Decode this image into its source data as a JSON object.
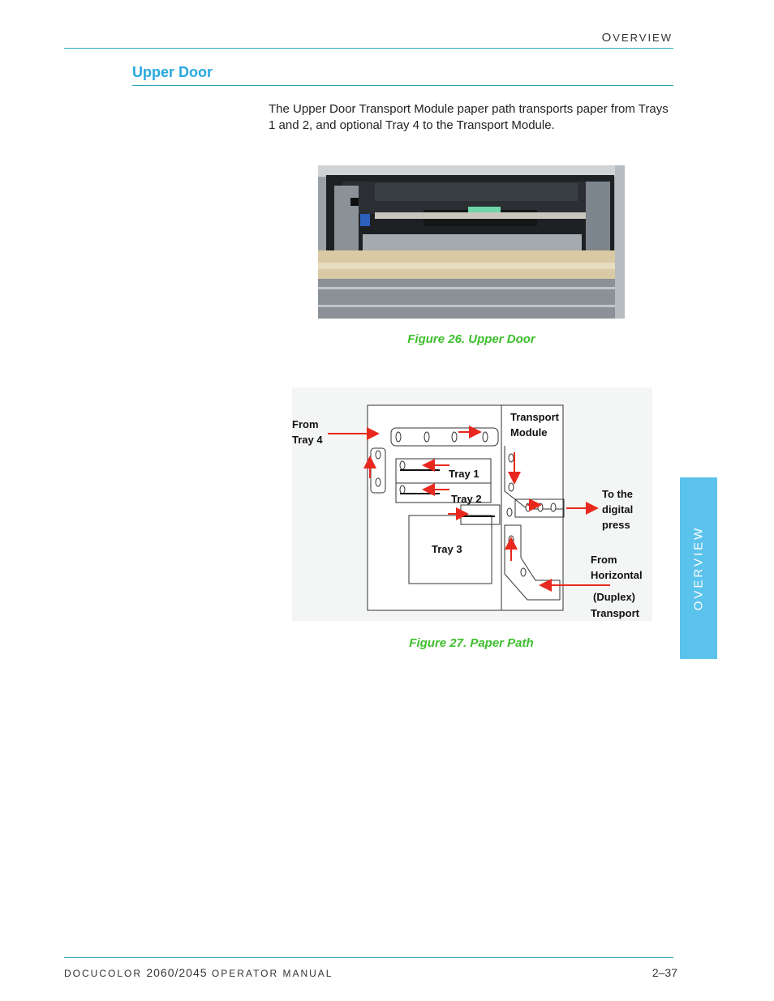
{
  "header": {
    "section_first": "O",
    "section_rest": "VERVIEW"
  },
  "section": {
    "title": "Upper Door"
  },
  "body": {
    "paragraph": "The Upper Door Transport Module paper path transports paper from Trays 1 and 2, and optional Tray 4 to the Transport Module."
  },
  "figures": {
    "fig26_caption": "Figure 26. Upper Door",
    "fig27_caption": "Figure 27. Paper Path"
  },
  "diagram": {
    "from_tray4_line1": "From",
    "from_tray4_line2": "Tray 4",
    "transport_module_line1": "Transport",
    "transport_module_line2": "Module",
    "tray1": "Tray 1",
    "tray2": "Tray 2",
    "tray3": "Tray 3",
    "to_press_line1": "To the",
    "to_press_line2": "digital",
    "to_press_line3": "press",
    "from_horizontal_line1": "From",
    "from_horizontal_line2": "Horizontal",
    "duplex_line1": "(Duplex)",
    "duplex_line2": "Transport",
    "arrow_color": "#e8281e"
  },
  "side_tab": {
    "label": "OVERVIEW",
    "color": "#5bc2ec"
  },
  "footer": {
    "product_prefix": "DOCUCOLOR",
    "model": "2060/2045",
    "suffix": "OPERATOR MANUAL",
    "page_number": "2–37"
  }
}
